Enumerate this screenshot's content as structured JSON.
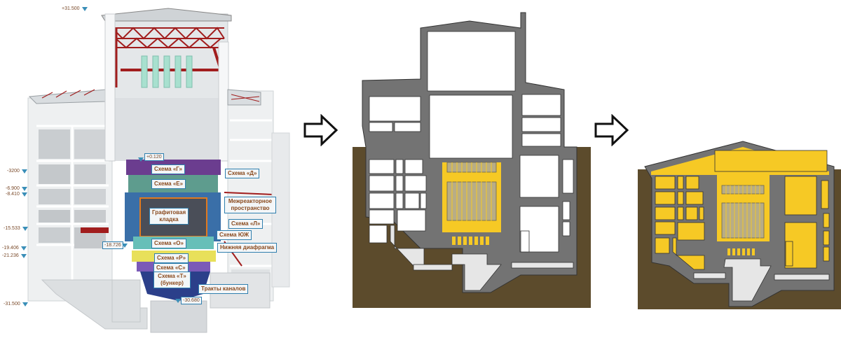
{
  "colors": {
    "concrete": "#737373",
    "ground": "#5c4b2c",
    "yellow_fill": "#f6c925",
    "reactor_tan": "#b8ad86",
    "light_floor": "#e6e6e6",
    "label_text": "#8a4a1e",
    "label_border": "#2f7fae",
    "truss_red": "#a11d1d",
    "purple": "#6b3d8f",
    "teal": "#5e9c8e",
    "blue": "#3a6fa8"
  },
  "model_3d": {
    "elevation_marks": [
      {
        "id": "top",
        "value": "+31.500"
      },
      {
        "id": "m3200",
        "value": "-3200"
      },
      {
        "id": "m6900",
        "value": "-6.900"
      },
      {
        "id": "m8410",
        "value": "-8.410"
      },
      {
        "id": "m15533",
        "value": "-15.533"
      },
      {
        "id": "m19406",
        "value": "-19.406"
      },
      {
        "id": "m21236",
        "value": "-21.236"
      },
      {
        "id": "m31500",
        "value": "-31.500"
      }
    ],
    "inline_marks": {
      "plus0120": "+0.120",
      "m18726": "-18.726",
      "m30680": "-30.680"
    },
    "labels": {
      "scheme_g": "Схема «Г»",
      "scheme_e": "Схема «Е»",
      "scheme_d": "Схема «Д»",
      "inter_reactor": "Межреакторное пространство",
      "graphite": "Графитовая кладка",
      "scheme_l": "Схема «Л»",
      "scheme_yuzh": "Схема ЮЖ",
      "scheme_o": "Схема «О»",
      "lower_diaphragm": "Нижняя диафрагма",
      "scheme_r": "Схема «Р»",
      "scheme_s": "Схема «С»",
      "scheme_t": "Схема «Т» (бункер)",
      "channel_paths": "Тракты каналов"
    }
  },
  "arrows": [
    {
      "icon": "right-arrow-icon",
      "from": "3d-model",
      "to": "section-before"
    },
    {
      "icon": "right-arrow-icon",
      "from": "section-before",
      "to": "section-after"
    }
  ]
}
